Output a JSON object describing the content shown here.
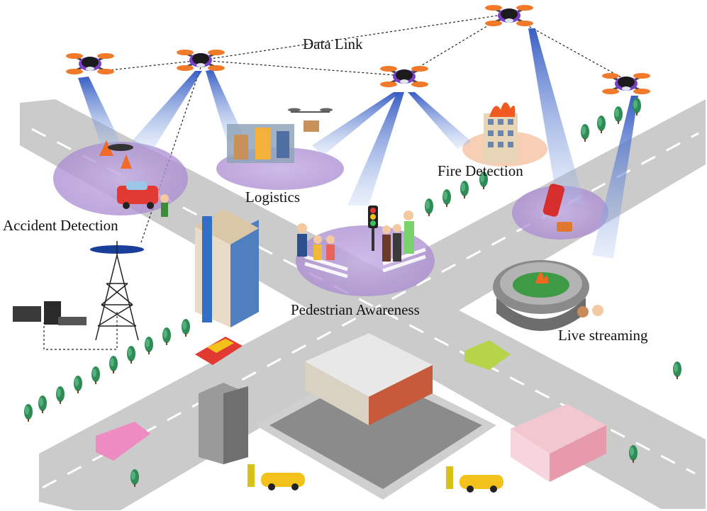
{
  "labels": {
    "data_link": "Data Link",
    "accident_detection": "Accident Detection",
    "logistics": "Logistics",
    "fire_detection": "Fire Detection",
    "pedestrian_awareness": "Pedestrian Awareness",
    "live_streaming": "Live streaming"
  },
  "colors": {
    "road": "#c9c9c9",
    "road_edge": "#b3b3b3",
    "lane_marking": "#ffffff",
    "coverage_zone": "#b79bd6",
    "beam": "#3b63c7",
    "drone_arm": "#f07a2a",
    "drone_body": "#1b1b1b",
    "tree": "#2f8f5b",
    "car_red": "#e03a32",
    "car_yellow": "#f2c21a",
    "car_green": "#b6d34a",
    "car_pink": "#ee8bc3"
  },
  "icons": [
    "drone-icon",
    "antenna-tower-icon",
    "server-rack-icon",
    "traffic-light-icon",
    "fire-icon",
    "stadium-icon",
    "ev-charger-icon",
    "tree-icon",
    "car-icon",
    "building-icon",
    "shop-icon",
    "supermarket-icon"
  ]
}
